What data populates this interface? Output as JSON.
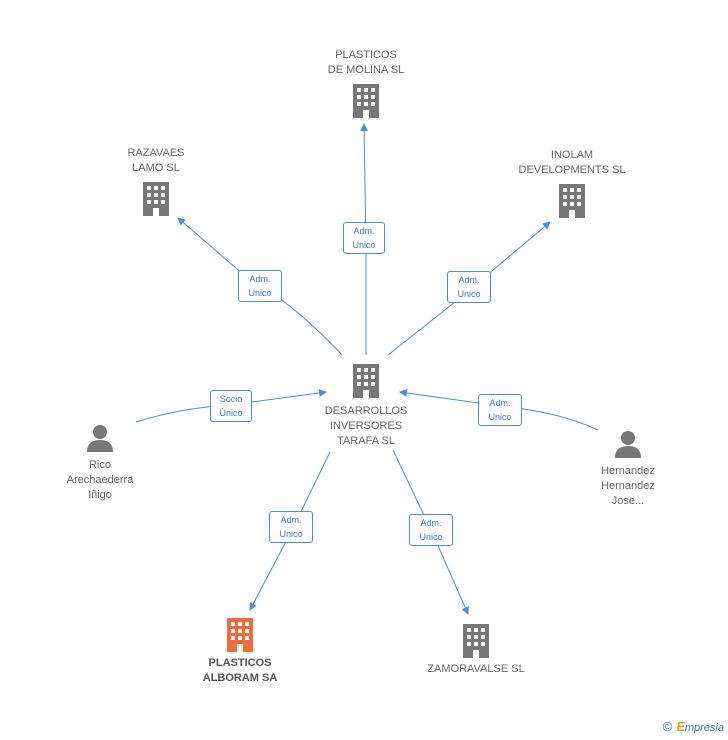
{
  "colors": {
    "edge": "#4a90d9",
    "company": "#777777",
    "company_highlight": "#f26a3d",
    "person": "#777777"
  },
  "center": {
    "name_lines": [
      "DESARROLLOS",
      "INVERSORES",
      "TARAFA  SL"
    ]
  },
  "nodes": {
    "plasticos_molina": {
      "lines": [
        "PLASTICOS",
        "DE MOLINA SL"
      ]
    },
    "razavaes": {
      "lines": [
        "RAZAVAES",
        "LAMO SL"
      ]
    },
    "inolam": {
      "lines": [
        "INOLAM",
        "DEVELOPMENTS SL"
      ]
    },
    "rico": {
      "lines": [
        "Rico",
        "Arechaederra",
        "Iñigo"
      ]
    },
    "hernandez": {
      "lines": [
        "Hernandez",
        "Hernandez",
        "Jose..."
      ]
    },
    "plasticos_alboram": {
      "lines": [
        "PLASTICOS",
        "ALBORAM SA"
      ]
    },
    "zamoravalse": {
      "lines": [
        "ZAMORAVALSE SL"
      ]
    }
  },
  "edge_labels": {
    "to_molina": [
      "Adm.",
      "Unico"
    ],
    "to_razavaes": [
      "Adm.",
      "Unico"
    ],
    "to_inolam": [
      "Adm.",
      "Unico"
    ],
    "from_rico": [
      "Socio",
      "Único"
    ],
    "from_hernandez": [
      "Adm.",
      "Unico"
    ],
    "to_alboram": [
      "Adm.",
      "Unico"
    ],
    "to_zamoravalse": [
      "Adm.",
      "Unico"
    ]
  },
  "footer": {
    "copyright": "©",
    "brand_first": "E",
    "brand_rest": "mpresia"
  }
}
